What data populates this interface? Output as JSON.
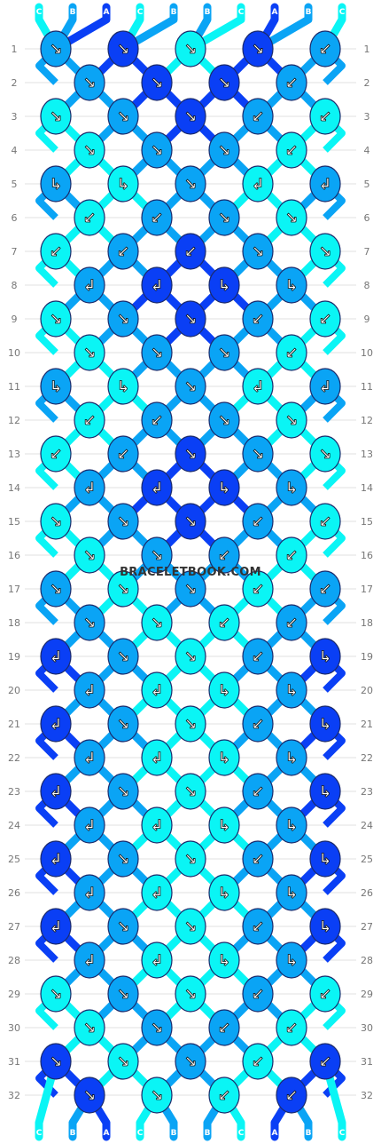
{
  "watermark": "BRACELETBOOK.COM",
  "colors": {
    "A": "#0a3ff5",
    "B": "#0aa4f5",
    "C": "#0af5f5"
  },
  "strings": {
    "top": [
      "C",
      "B",
      "A",
      "C",
      "B",
      "B",
      "C",
      "A",
      "B",
      "C"
    ],
    "bottom": [
      "C",
      "B",
      "A",
      "C",
      "B",
      "B",
      "C",
      "A",
      "B",
      "C"
    ]
  },
  "row_numbers": [
    "1",
    "2",
    "3",
    "4",
    "5",
    "6",
    "7",
    "8",
    "9",
    "10",
    "11",
    "12",
    "13",
    "14",
    "15",
    "16",
    "17",
    "18",
    "19",
    "20",
    "21",
    "22",
    "23",
    "24",
    "25",
    "26",
    "27",
    "28",
    "29",
    "30",
    "31",
    "32"
  ],
  "knots": [
    [
      "B",
      "A",
      "C",
      "A",
      "B"
    ],
    [
      "B",
      "A",
      "A",
      "B"
    ],
    [
      "C",
      "B",
      "A",
      "B",
      "C"
    ],
    [
      "C",
      "B",
      "B",
      "C"
    ],
    [
      "B",
      "C",
      "B",
      "C",
      "B"
    ],
    [
      "C",
      "B",
      "B",
      "C"
    ],
    [
      "C",
      "B",
      "A",
      "B",
      "C"
    ],
    [
      "B",
      "A",
      "A",
      "B"
    ],
    [
      "C",
      "B",
      "A",
      "B",
      "C"
    ],
    [
      "C",
      "B",
      "B",
      "C"
    ],
    [
      "B",
      "C",
      "B",
      "C",
      "B"
    ],
    [
      "C",
      "B",
      "B",
      "C"
    ],
    [
      "C",
      "B",
      "A",
      "B",
      "C"
    ],
    [
      "B",
      "A",
      "A",
      "B"
    ],
    [
      "C",
      "B",
      "A",
      "B",
      "C"
    ],
    [
      "C",
      "B",
      "B",
      "C"
    ],
    [
      "B",
      "C",
      "B",
      "C",
      "B"
    ],
    [
      "B",
      "C",
      "C",
      "B"
    ],
    [
      "A",
      "B",
      "C",
      "B",
      "A"
    ],
    [
      "B",
      "C",
      "C",
      "B"
    ],
    [
      "A",
      "B",
      "C",
      "B",
      "A"
    ],
    [
      "B",
      "C",
      "C",
      "B"
    ],
    [
      "A",
      "B",
      "C",
      "B",
      "A"
    ],
    [
      "B",
      "C",
      "C",
      "B"
    ],
    [
      "A",
      "B",
      "C",
      "B",
      "A"
    ],
    [
      "B",
      "C",
      "C",
      "B"
    ],
    [
      "A",
      "B",
      "C",
      "B",
      "A"
    ],
    [
      "B",
      "C",
      "C",
      "B"
    ],
    [
      "C",
      "B",
      "C",
      "B",
      "C"
    ],
    [
      "C",
      "B",
      "B",
      "C"
    ],
    [
      "A",
      "C",
      "B",
      "C",
      "A"
    ],
    [
      "A",
      "C",
      "C",
      "A"
    ]
  ],
  "arrows": [
    [
      "↘",
      "↘",
      "↘",
      "↘",
      "↙"
    ],
    [
      "↘",
      "↘",
      "↘",
      "↙"
    ],
    [
      "↘",
      "↘",
      "↘",
      "↙",
      "↙"
    ],
    [
      "↘",
      "↘",
      "↘",
      "↙"
    ],
    [
      "↳",
      "↳",
      "↘",
      "↲",
      "↲"
    ],
    [
      "↙",
      "↙",
      "↘",
      "↘"
    ],
    [
      "↙",
      "↙",
      "↙",
      "↘",
      "↘"
    ],
    [
      "↲",
      "↲",
      "↳",
      "↳"
    ],
    [
      "↘",
      "↘",
      "↘",
      "↙",
      "↙"
    ],
    [
      "↘",
      "↘",
      "↘",
      "↙"
    ],
    [
      "↳",
      "↳",
      "↘",
      "↲",
      "↲"
    ],
    [
      "↙",
      "↙",
      "↘",
      "↘"
    ],
    [
      "↙",
      "↙",
      "↘",
      "↘",
      "↘"
    ],
    [
      "↲",
      "↲",
      "↳",
      "↳"
    ],
    [
      "↘",
      "↘",
      "↘",
      "↙",
      "↙"
    ],
    [
      "↘",
      "↘",
      "↙",
      "↙"
    ],
    [
      "↘",
      "↘",
      "↘",
      "↙",
      "↙"
    ],
    [
      "↘",
      "↘",
      "↙",
      "↙"
    ],
    [
      "↲",
      "↘",
      "↘",
      "↙",
      "↳"
    ],
    [
      "↲",
      "↲",
      "↳",
      "↳"
    ],
    [
      "↲",
      "↘",
      "↘",
      "↙",
      "↳"
    ],
    [
      "↲",
      "↲",
      "↳",
      "↳"
    ],
    [
      "↲",
      "↘",
      "↘",
      "↙",
      "↳"
    ],
    [
      "↲",
      "↲",
      "↳",
      "↳"
    ],
    [
      "↲",
      "↘",
      "↘",
      "↙",
      "↳"
    ],
    [
      "↲",
      "↲",
      "↳",
      "↳"
    ],
    [
      "↲",
      "↘",
      "↘",
      "↙",
      "↳"
    ],
    [
      "↲",
      "↲",
      "↳",
      "↳"
    ],
    [
      "↘",
      "↘",
      "↘",
      "↙",
      "↙"
    ],
    [
      "↘",
      "↘",
      "↙",
      "↙"
    ],
    [
      "↘",
      "↘",
      "↘",
      "↙",
      "↙"
    ],
    [
      "↘",
      "↘",
      "↙",
      "↙"
    ]
  ]
}
